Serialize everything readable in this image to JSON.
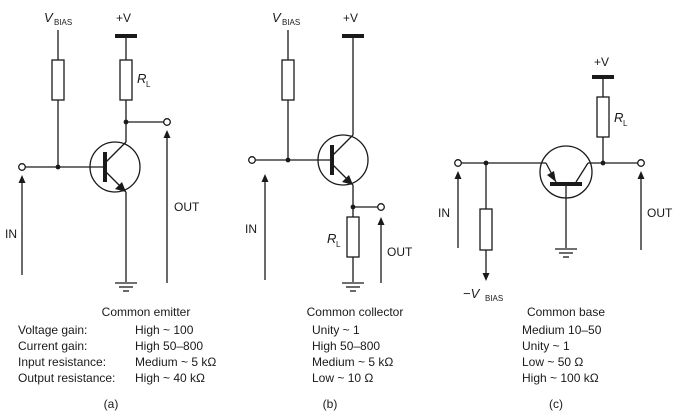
{
  "circuits": {
    "a": {
      "vbias_main": "V",
      "vbias_sub": "BIAS",
      "supply": "+V",
      "rl_main": "R",
      "rl_sub": "L",
      "input": "IN",
      "output": "OUT",
      "title": "Common emitter",
      "caption": "(a)"
    },
    "b": {
      "vbias_main": "V",
      "vbias_sub": "BIAS",
      "supply": "+V",
      "rl_main": "R",
      "rl_sub": "L",
      "input": "IN",
      "output": "OUT",
      "title": "Common collector",
      "caption": "(b)"
    },
    "c": {
      "supply": "+V",
      "rl_main": "R",
      "rl_sub": "L",
      "input": "IN",
      "output": "OUT",
      "vbias_main": "−V",
      "vbias_sub": "BIAS",
      "title": "Common base",
      "caption": "(c)"
    }
  },
  "properties": {
    "labels": [
      "Voltage gain:",
      "Current gain:",
      "Input resistance:",
      "Output resistance:"
    ],
    "common_emitter": [
      "High ~ 100",
      "High 50–800",
      "Medium ~ 5 kΩ",
      "High ~ 40 kΩ"
    ],
    "common_collector": [
      "Unity ~ 1",
      "High 50–800",
      "Medium ~ 5 kΩ",
      "Low ~ 10 Ω"
    ],
    "common_base": [
      "Medium 10–50",
      "Unity ~ 1",
      "Low ~ 50 Ω",
      "High ~ 100 kΩ"
    ]
  }
}
